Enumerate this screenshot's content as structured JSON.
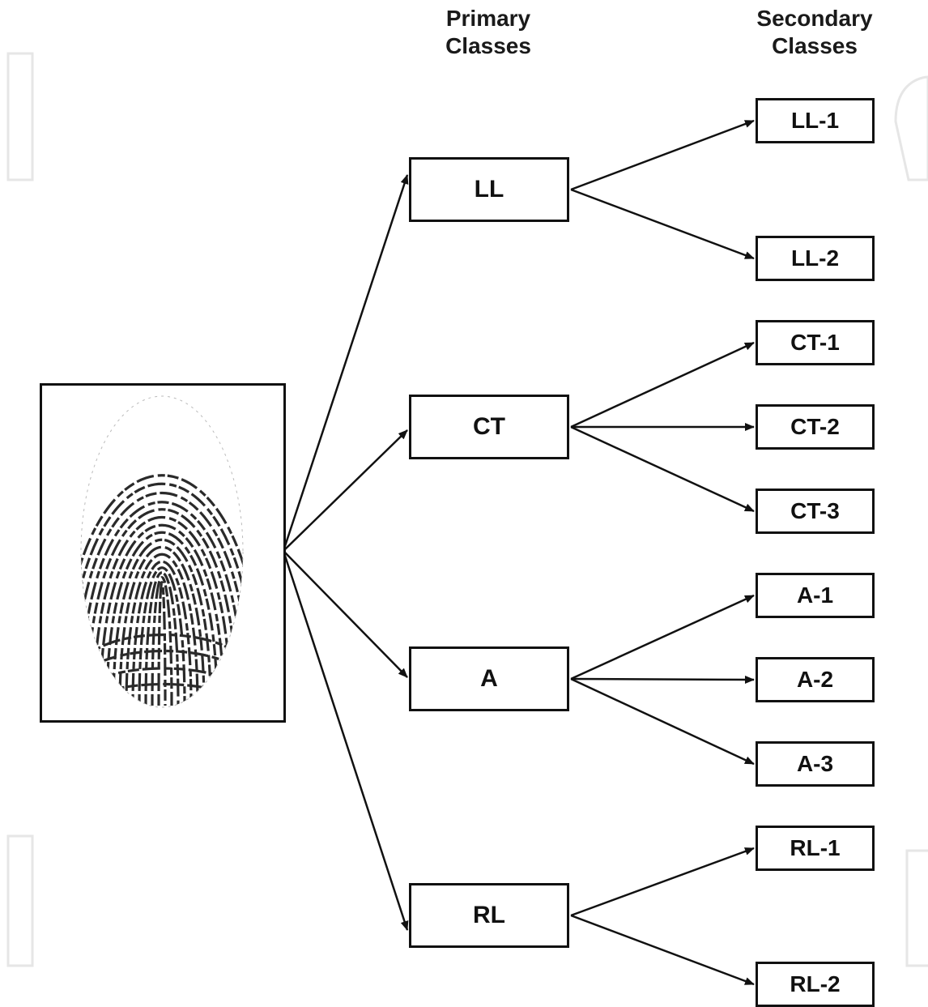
{
  "headers": {
    "primary_line1": "Primary",
    "primary_line2": "Classes",
    "secondary_line1": "Secondary",
    "secondary_line2": "Classes"
  },
  "image": {
    "subject": "fingerprint"
  },
  "primary_classes": [
    {
      "label": "LL",
      "children": [
        "LL-1",
        "LL-2"
      ]
    },
    {
      "label": "CT",
      "children": [
        "CT-1",
        "CT-2",
        "CT-3"
      ]
    },
    {
      "label": "A",
      "children": [
        "A-1",
        "A-2",
        "A-3"
      ]
    },
    {
      "label": "RL",
      "children": [
        "RL-1",
        "RL-2"
      ]
    }
  ],
  "colors": {
    "stroke": "#111111",
    "watermark": "#e6e6e6"
  }
}
